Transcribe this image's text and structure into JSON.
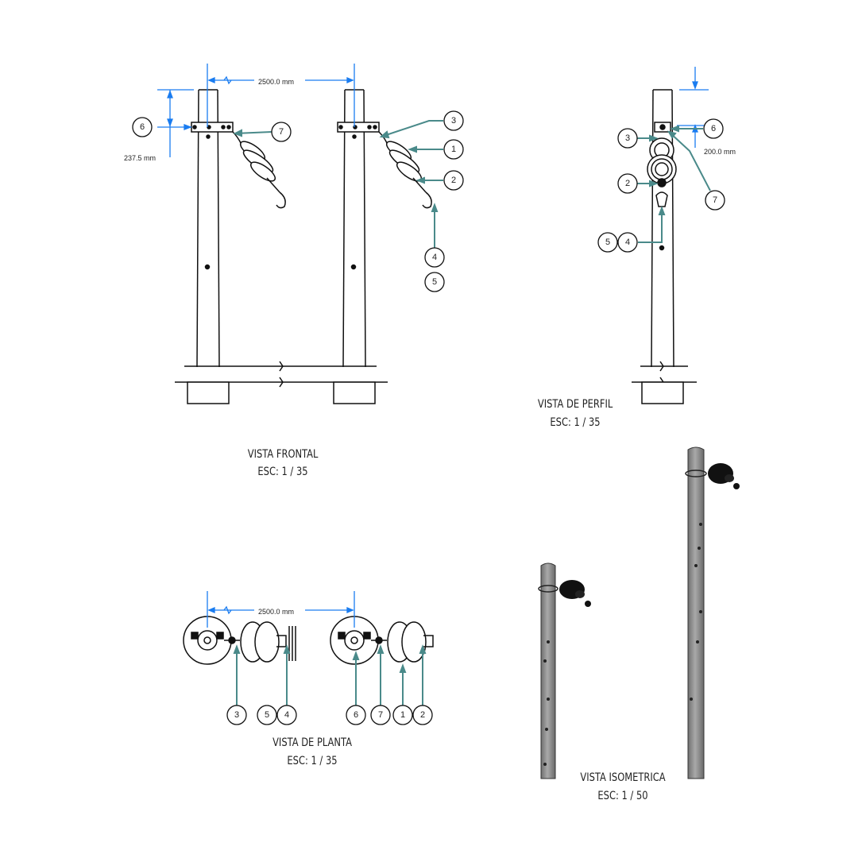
{
  "views": {
    "front": {
      "title": "VISTA FRONTAL",
      "scale": "ESC: 1 / 35"
    },
    "profile": {
      "title": "VISTA DE PERFIL",
      "scale": "ESC: 1 / 35"
    },
    "plan": {
      "title": "VISTA DE PLANTA",
      "scale": "ESC: 1 / 35"
    },
    "iso": {
      "title": "VISTA ISOMETRICA",
      "scale": "ESC: 1 / 50"
    }
  },
  "dimensions": {
    "front_span": "2500.0 mm",
    "front_height": "237.5 mm",
    "profile_offset": "200.0 mm",
    "plan_span": "2500.0 mm"
  },
  "callouts": {
    "front": [
      "6",
      "7",
      "3",
      "1",
      "2",
      "4",
      "5"
    ],
    "profile": [
      "3",
      "6",
      "2",
      "7",
      "5",
      "4"
    ],
    "plan": [
      "3",
      "5",
      "4",
      "6",
      "7",
      "1",
      "2"
    ]
  },
  "colors": {
    "line": "#111111",
    "dimension": "#1a7cf0",
    "leader": "#4a8a8a",
    "pole_iso": "#8f8f8f"
  }
}
